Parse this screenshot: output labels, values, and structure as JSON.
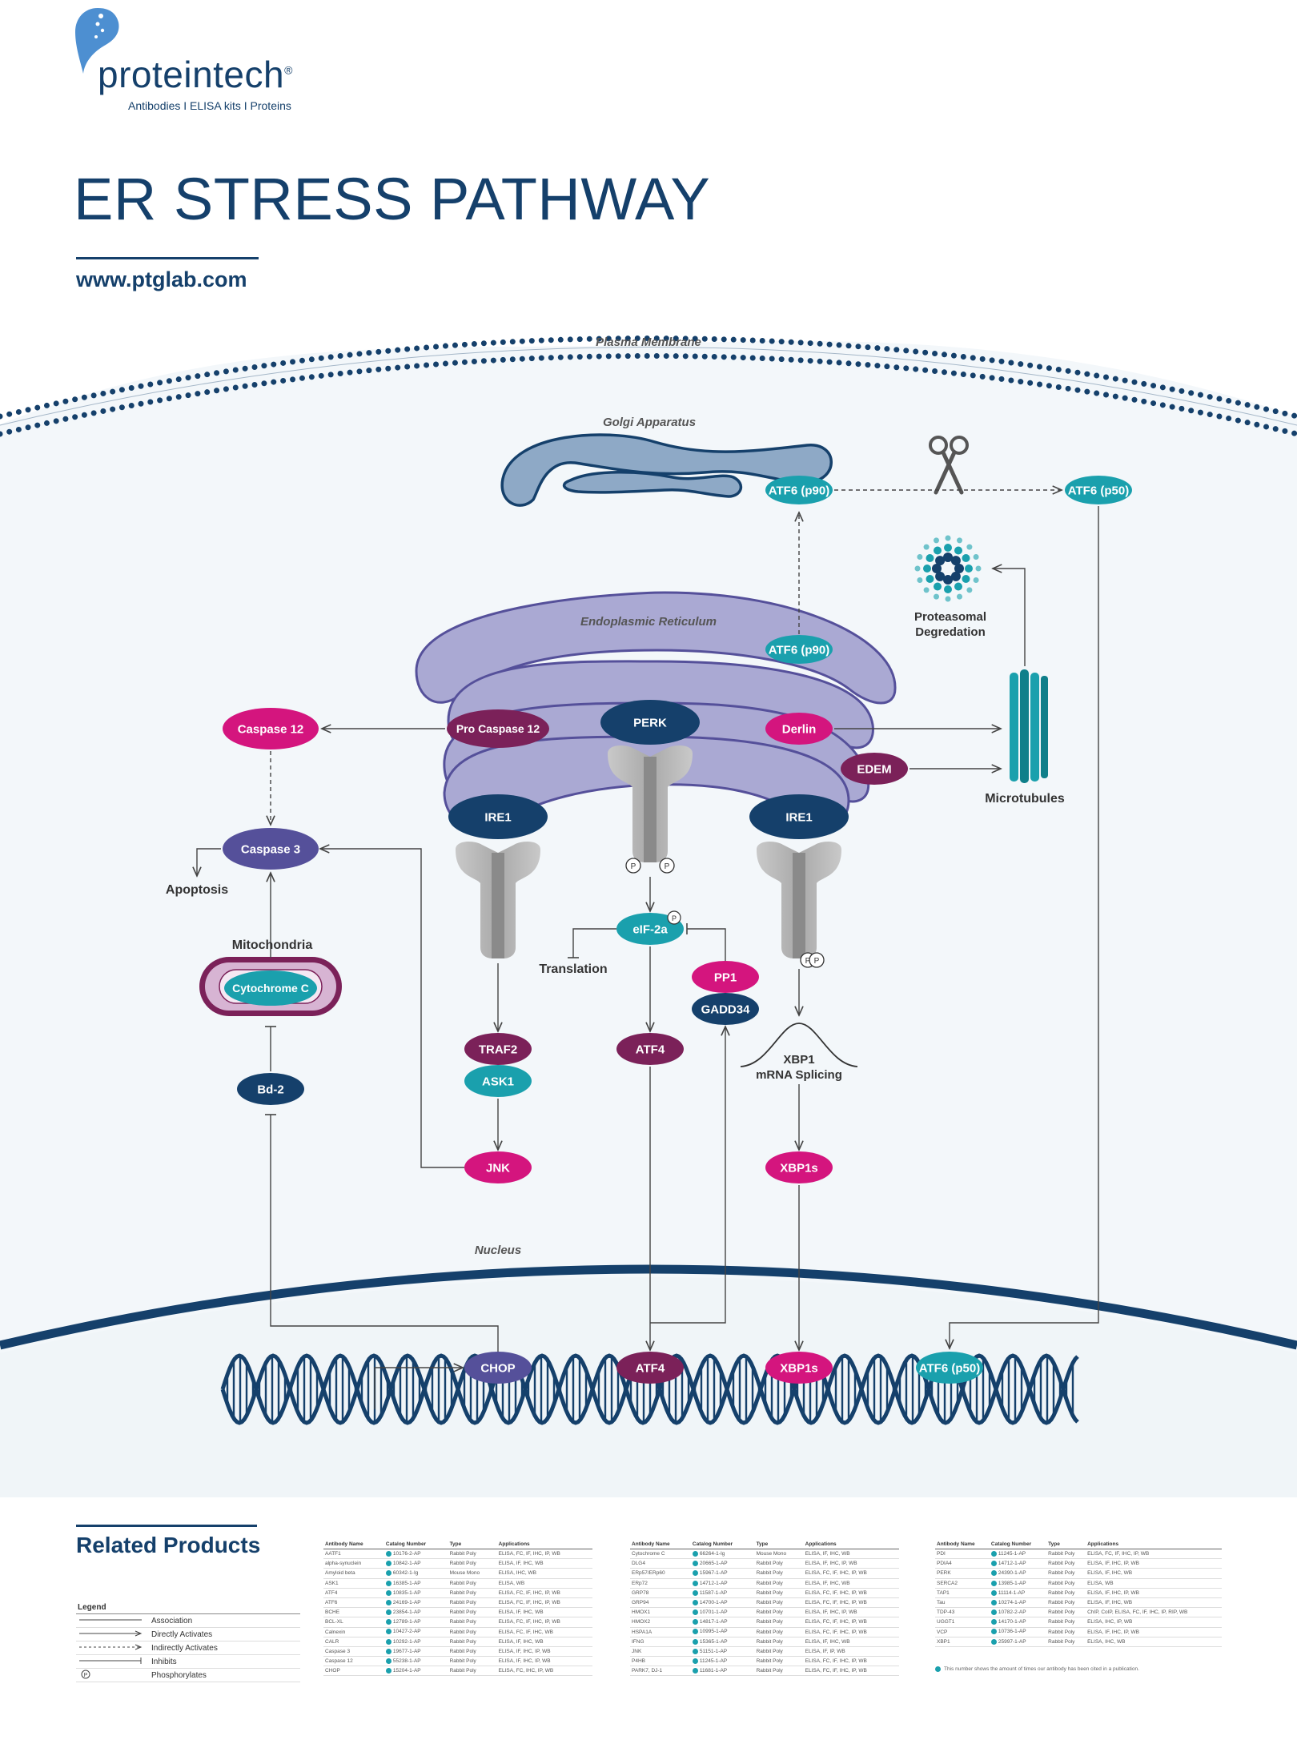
{
  "brand": {
    "name": "proteintech",
    "registered": "®",
    "tagline": "Antibodies  I  ELISA kits  I  Proteins"
  },
  "header": {
    "title": "ER STRESS PATHWAY",
    "url": "www.ptglab.com"
  },
  "regions": {
    "plasma_membrane": "Plasma Membrane",
    "golgi": "Golgi Apparatus",
    "er": "Endoplasmic Reticulum",
    "nucleus": "Nucleus",
    "mitochondria": "Mitochondria",
    "microtubules": "Microtubules",
    "proteasomal_1": "Proteasomal",
    "proteasomal_2": "Degredation"
  },
  "nodes": {
    "atf6_p90_golgi": "ATF6 (p90)",
    "atf6_p50": "ATF6 (p50)",
    "atf6_p90_er": "ATF6 (p90)",
    "caspase12": "Caspase 12",
    "pro_caspase12": "Pro Caspase 12",
    "perk": "PERK",
    "derlin": "Derlin",
    "edem": "EDEM",
    "ire1_left": "IRE1",
    "ire1_right": "IRE1",
    "caspase3": "Caspase 3",
    "cytochrome_c": "Cytochrome C",
    "eif2a": "eIF-2a",
    "pp1": "PP1",
    "gadd34": "GADD34",
    "traf2": "TRAF2",
    "ask1": "ASK1",
    "atf4": "ATF4",
    "bcl2": "Bd-2",
    "jnk": "JNK",
    "xbp1s": "XBP1s",
    "chop_nuc": "CHOP",
    "atf4_nuc": "ATF4",
    "xbp1s_nuc": "XBP1s",
    "atf6_p50_nuc": "ATF6 (p50)"
  },
  "labels": {
    "apoptosis": "Apoptosis",
    "translation": "Translation",
    "xbp1_splicing_1": "XBP1",
    "xbp1_splicing_2": "mRNA Splicing",
    "p": "P"
  },
  "colors": {
    "navy": "#15406b",
    "teal": "#1aa0ad",
    "magenta": "#d4157e",
    "plum": "#7b2159",
    "indigo": "#55509a",
    "er_fill": "#aaa9d3",
    "er_stroke": "#55509a",
    "golgi_fill": "#8ea9c6",
    "cell_bg": "#f3f7fa",
    "gray": "#bdbdbd"
  },
  "related": {
    "title": "Related Products",
    "legend": {
      "title": "Legend",
      "items": [
        "Association",
        "Directly Activates",
        "Indirectly Activates",
        "Inhibits",
        "Phosphorylates"
      ]
    },
    "columns": [
      "Antibody Name",
      "Catalog Number",
      "Type",
      "Applications"
    ],
    "tables": [
      [
        [
          "AATF1",
          "10176-2-AP",
          "Rabbit Poly",
          "ELISA, FC, IF, IHC, IP, WB"
        ],
        [
          "alpha-synuclein",
          "10842-1-AP",
          "Rabbit Poly",
          "ELISA, IF, IHC, WB"
        ],
        [
          "Amyloid beta",
          "60342-1-Ig",
          "Mouse Mono",
          "ELISA, IHC, WB"
        ],
        [
          "ASK1",
          "16385-1-AP",
          "Rabbit Poly",
          "ELISA, WB"
        ],
        [
          "ATF4",
          "10835-1-AP",
          "Rabbit Poly",
          "ELISA, FC, IF, IHC, IP, WB"
        ],
        [
          "ATF6",
          "24169-1-AP",
          "Rabbit Poly",
          "ELISA, FC, IF, IHC, IP, WB"
        ],
        [
          "BCHE",
          "23854-1-AP",
          "Rabbit Poly",
          "ELISA, IF, IHC, WB"
        ],
        [
          "BCL-XL",
          "12789-1-AP",
          "Rabbit Poly",
          "ELISA, FC, IF, IHC, IP, WB"
        ],
        [
          "Calnexin",
          "10427-2-AP",
          "Rabbit Poly",
          "ELISA, FC, IF, IHC, WB"
        ],
        [
          "CALR",
          "10292-1-AP",
          "Rabbit Poly",
          "ELISA, IF, IHC, WB"
        ],
        [
          "Caspase 3",
          "19677-1-AP",
          "Rabbit Poly",
          "ELISA, IF, IHC, IP, WB"
        ],
        [
          "Caspase 12",
          "55238-1-AP",
          "Rabbit Poly",
          "ELISA, IF, IHC, IP, WB"
        ],
        [
          "CHOP",
          "15204-1-AP",
          "Rabbit Poly",
          "ELISA, FC, IHC, IP, WB"
        ]
      ],
      [
        [
          "Cytochrome C",
          "66264-1-Ig",
          "Mouse Mono",
          "ELISA, IF, IHC, WB"
        ],
        [
          "DLG4",
          "20665-1-AP",
          "Rabbit Poly",
          "ELISA, IF, IHC, IP, WB"
        ],
        [
          "ERp57/ERp60",
          "15967-1-AP",
          "Rabbit Poly",
          "ELISA, FC, IF, IHC, IP, WB"
        ],
        [
          "ERp72",
          "14712-1-AP",
          "Rabbit Poly",
          "ELISA, IF, IHC, WB"
        ],
        [
          "GRP78",
          "11587-1-AP",
          "Rabbit Poly",
          "ELISA, FC, IF, IHC, IP, WB"
        ],
        [
          "GRP94",
          "14700-1-AP",
          "Rabbit Poly",
          "ELISA, FC, IF, IHC, IP, WB"
        ],
        [
          "HMOX1",
          "10701-1-AP",
          "Rabbit Poly",
          "ELISA, IF, IHC, IP, WB"
        ],
        [
          "HMOX2",
          "14817-1-AP",
          "Rabbit Poly",
          "ELISA, FC, IF, IHC, IP, WB"
        ],
        [
          "HSPA1A",
          "10995-1-AP",
          "Rabbit Poly",
          "ELISA, FC, IF, IHC, IP, WB"
        ],
        [
          "IFNG",
          "15365-1-AP",
          "Rabbit Poly",
          "ELISA, IF, IHC, WB"
        ],
        [
          "JNK",
          "51151-1-AP",
          "Rabbit Poly",
          "ELISA, IF, IP, WB"
        ],
        [
          "P4HB",
          "11245-1-AP",
          "Rabbit Poly",
          "ELISA, FC, IF, IHC, IP, WB"
        ],
        [
          "PARK7, DJ-1",
          "11681-1-AP",
          "Rabbit Poly",
          "ELISA, FC, IF, IHC, IP, WB"
        ]
      ],
      [
        [
          "PDI",
          "11245-1-AP",
          "Rabbit Poly",
          "ELISA, FC, IF, IHC, IP, WB"
        ],
        [
          "PDIA4",
          "14712-1-AP",
          "Rabbit Poly",
          "ELISA, IF, IHC, IP, WB"
        ],
        [
          "PERK",
          "24390-1-AP",
          "Rabbit Poly",
          "ELISA, IF, IHC, WB"
        ],
        [
          "SERCA2",
          "13985-1-AP",
          "Rabbit Poly",
          "ELISA, WB"
        ],
        [
          "TAP1",
          "11114-1-AP",
          "Rabbit Poly",
          "ELISA, IF, IHC, IP, WB"
        ],
        [
          "Tau",
          "10274-1-AP",
          "Rabbit Poly",
          "ELISA, IF, IHC, WB"
        ],
        [
          "TDP-43",
          "10782-2-AP",
          "Rabbit Poly",
          "ChIP, CoIP, ELISA, FC, IF, IHC, IP, RIP, WB"
        ],
        [
          "UGGT1",
          "14170-1-AP",
          "Rabbit Poly",
          "ELISA, IHC, IP, WB"
        ],
        [
          "VCP",
          "10736-1-AP",
          "Rabbit Poly",
          "ELISA, IF, IHC, IP, WB"
        ],
        [
          "XBP1",
          "25997-1-AP",
          "Rabbit Poly",
          "ELISA, IHC, WB"
        ]
      ]
    ],
    "footnote": "This number shows the amount of times our antibody has been cited in a publication."
  }
}
